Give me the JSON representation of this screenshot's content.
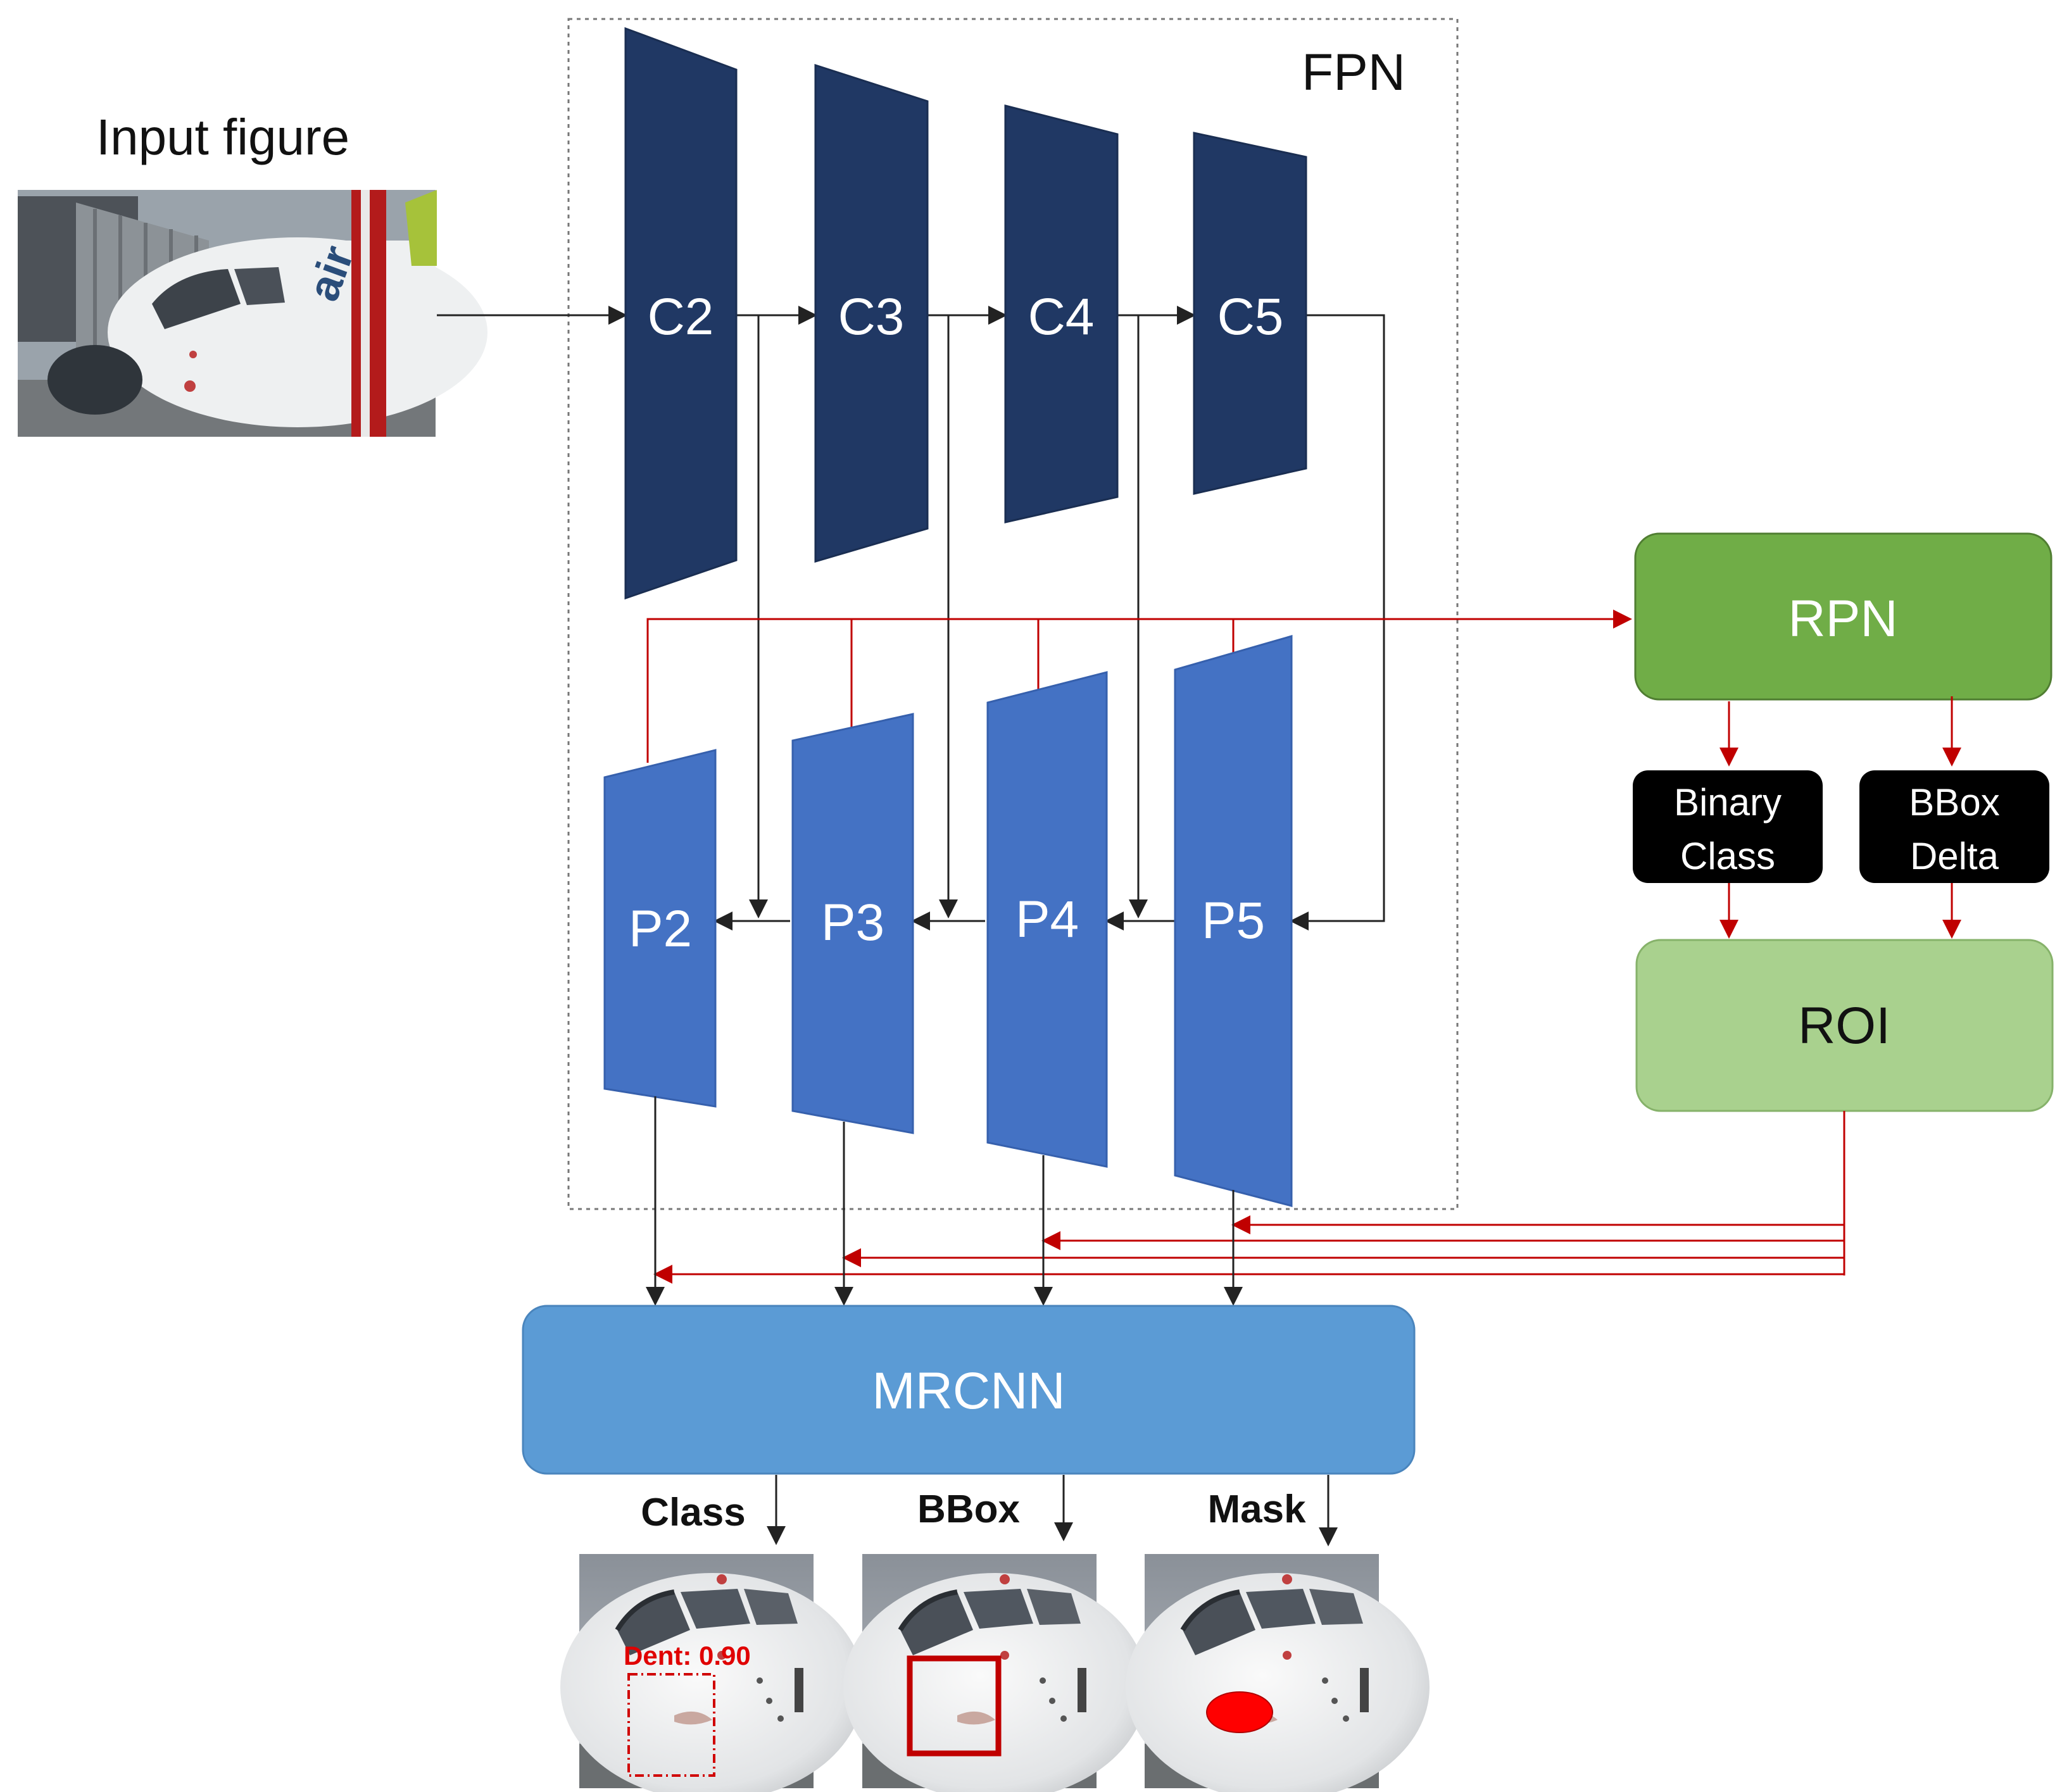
{
  "labels": {
    "input_figure": "Input figure",
    "fpn": "FPN",
    "backbone": [
      "C2",
      "C3",
      "C4",
      "C5"
    ],
    "pyramid": [
      "P2",
      "P3",
      "P4",
      "P5"
    ],
    "rpn": "RPN",
    "binary_class_line1": "Binary",
    "binary_class_line2": "Class",
    "bbox_delta_line1": "BBox",
    "bbox_delta_line2": "Delta",
    "roi": "ROI",
    "mrcnn": "MRCNN",
    "out_class": "Class",
    "out_bbox": "BBox",
    "out_mask": "Mask",
    "detection_label": "Dent: 0.90"
  },
  "colors": {
    "backbone": "#203864",
    "pyramid": "#4472c4",
    "rpn": "#70ad47",
    "roi": "#a9d18e",
    "mrcnn": "#5b9bd5",
    "head_box": "#000000",
    "red_line": "#c00000",
    "mask_fill": "#ff0000",
    "dark_line": "#222222"
  }
}
